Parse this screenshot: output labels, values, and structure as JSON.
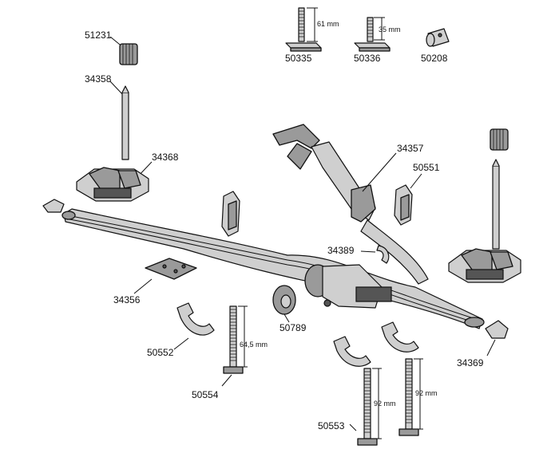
{
  "labels": {
    "p51231": "51231",
    "p34358": "34358",
    "p34368": "34368",
    "p50335": "50335",
    "p50336": "50336",
    "p50208": "50208",
    "p34357": "34357",
    "p50551": "50551",
    "p34389": "34389",
    "p34356": "34356",
    "p50789": "50789",
    "p50552": "50552",
    "p50554": "50554",
    "p50553": "50553",
    "p34369": "34369"
  },
  "dimensions": {
    "d61": "61 mm",
    "d35": "35 mm",
    "d64": "64,5 mm",
    "d92a": "92 mm",
    "d92b": "92 mm"
  }
}
